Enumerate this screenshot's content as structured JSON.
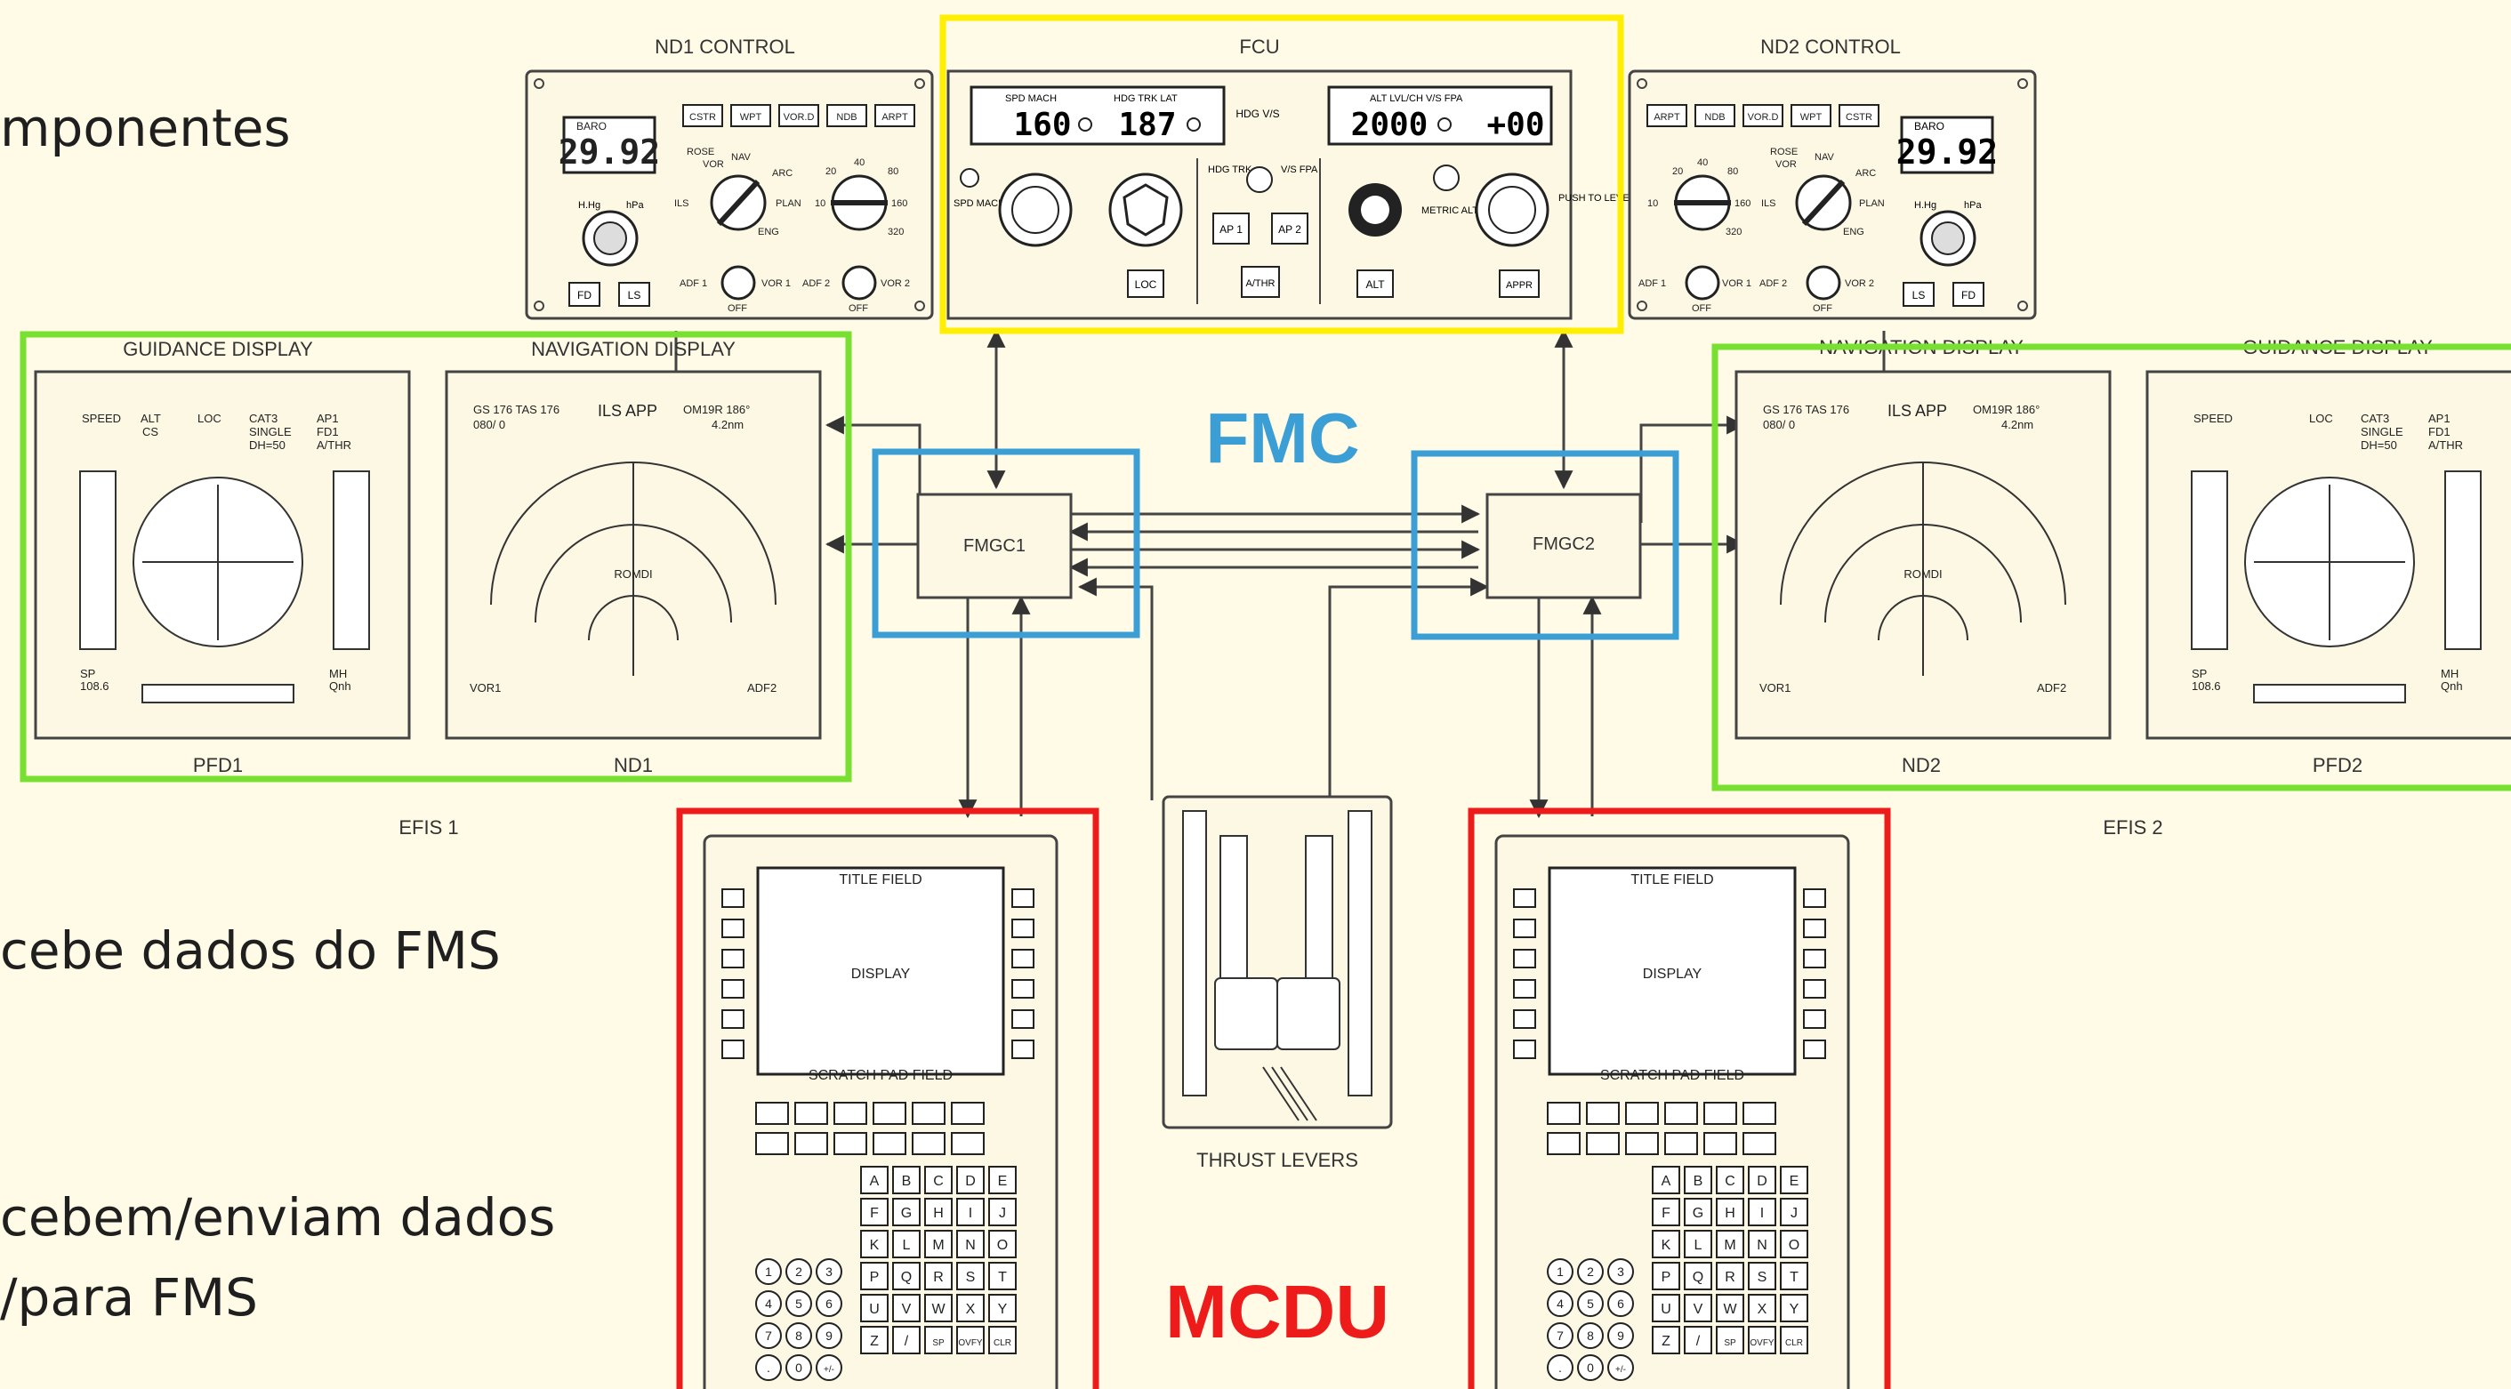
{
  "slide": {
    "left_text": {
      "line1": "mponentes",
      "line2": "cebe dados do FMS",
      "line3": "cebem/enviam dados",
      "line4": "/para FMS"
    }
  },
  "diagram": {
    "nd1_control_title": "ND1 CONTROL",
    "nd2_control_title": "ND2 CONTROL",
    "fcu_title": "FCU",
    "guidance_display": "GUIDANCE DISPLAY",
    "navigation_display": "NAVIGATION DISPLAY",
    "pfd1": "PFD1",
    "nd1": "ND1",
    "nd2": "ND2",
    "pfd2": "PFD2",
    "efis1": "EFIS 1",
    "efis2": "EFIS 2",
    "fmgc1": "FMGC1",
    "fmgc2": "FMGC2",
    "fmc_label": "FMC",
    "mcdu_label": "MCDU",
    "thrust_levers": "THRUST LEVERS",
    "baro_value": "29.92",
    "baro_label": "BARO",
    "fcu": {
      "spd_value": "160",
      "hdg_value": "187",
      "alt_value": "2000",
      "vs_value": "+00",
      "spd_label": "SPD MACH",
      "hdg_label": "HDG TRK LAT",
      "hdg_vs_label": "HDG V/S",
      "alt_label": "ALT LVL/CH V/S FPA",
      "loc_btn": "LOC",
      "ap1_btn": "AP 1",
      "ap2_btn": "AP 2",
      "athr_btn": "A/THR",
      "alt_btn": "ALT",
      "appr_btn": "APPR",
      "push_to_level_off": "PUSH TO LEVEL OFF",
      "metric_alt": "METRIC ALT",
      "spd_mach_small": "SPD MACH",
      "hdg_trk_small": "HDG TRK",
      "vs_fpa_small": "V/S FPA"
    },
    "efis_ctl": {
      "cstr": "CSTR",
      "wpt": "WPT",
      "vord": "VOR.D",
      "ndb": "NDB",
      "arpt": "ARPT",
      "fd": "FD",
      "ls": "LS",
      "rose": "ROSE",
      "vor": "VOR",
      "nav": "NAV",
      "arc": "ARC",
      "ils": "ILS",
      "plan": "PLAN",
      "eng": "ENG",
      "adf1": "ADF 1",
      "vor1": "VOR 1",
      "adf2": "ADF 2",
      "vor2": "VOR 2",
      "off": "OFF",
      "range_10": "10",
      "range_20": "20",
      "range_40": "40",
      "range_80": "80",
      "range_160": "160",
      "range_320": "320",
      "hpa": "hPa",
      "inhg": "H.Hg"
    },
    "pfd": {
      "speed": "SPEED",
      "alt": "ALT",
      "cs": "CS",
      "loc": "LOC",
      "cat3": "CAT3",
      "single": "SINGLE",
      "dh": "DH=50",
      "ap1": "AP1",
      "fd1": "FD1",
      "athr": "A/THR",
      "sp": "SP",
      "sp_val": "108.6",
      "mh": "MH",
      "qnh": "Qnh"
    },
    "nd": {
      "gs": "GS 176 TAS 176",
      "wind": "080/ 0",
      "ils_app": "ILS APP",
      "freq": "OM19R 186°",
      "dist": "4.2nm",
      "vor1": "VOR1",
      "adf2": "ADF2",
      "heading_bug": "ROMDI"
    },
    "mcdu": {
      "title_field": "TITLE FIELD",
      "display": "DISPLAY",
      "scratch_pad": "SCRATCH PAD FIELD",
      "letters": [
        "A",
        "B",
        "C",
        "D",
        "E",
        "F",
        "G",
        "H",
        "I",
        "J",
        "K",
        "L",
        "M",
        "N",
        "O",
        "P",
        "Q",
        "R",
        "S",
        "T",
        "U",
        "V",
        "W",
        "X",
        "Y",
        "Z",
        "/",
        "SP",
        "OVFY",
        "CLR"
      ],
      "digits": [
        "1",
        "2",
        "3",
        "4",
        "5",
        "6",
        "7",
        "8",
        "9",
        ".",
        "0",
        "+/-"
      ]
    }
  },
  "colors": {
    "background": "#fffbe6",
    "fmc_blue": "#3b9fd6",
    "mcdu_red": "#ee1b1b",
    "fcu_yellow": "#ffee00",
    "efis_green": "#77e030",
    "line": "#555555"
  }
}
